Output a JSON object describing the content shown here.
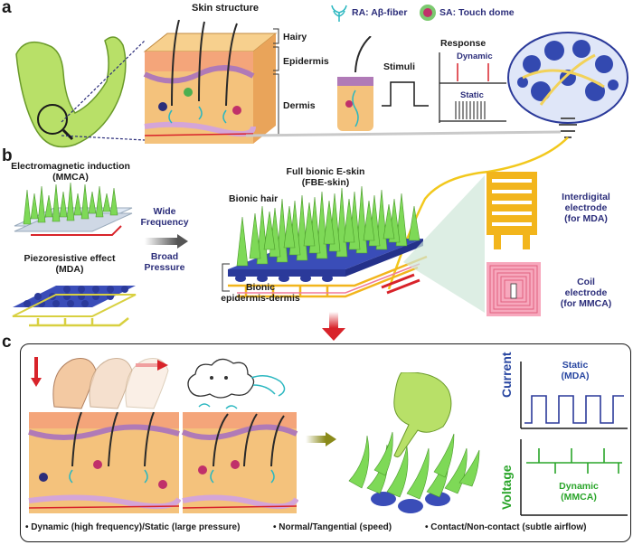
{
  "panels": {
    "a": {
      "letter": "a",
      "skin_structure": "Skin structure",
      "hairy": "Hairy",
      "epidermis": "Epidermis",
      "dermis": "Dermis",
      "ra_label": "RA: Aβ-fiber",
      "sa_label": "SA: Touch dome",
      "stimuli": "Stimuli",
      "response": "Response",
      "dynamic": "Dynamic",
      "static": "Static"
    },
    "b": {
      "letter": "b",
      "em_induction_1": "Electromagnetic induction",
      "em_induction_2": "(MMCA)",
      "piezo_1": "Piezoresistive effect",
      "piezo_2": "(MDA)",
      "wide_frequency_1": "Wide",
      "wide_frequency_2": "Frequency",
      "broad_pressure_1": "Broad",
      "broad_pressure_2": "Pressure",
      "fbe_1": "Full bionic E-skin",
      "fbe_2": "(FBE-skin)",
      "bionic_hair": "Bionic hair",
      "bionic_ed_1": "Bionic",
      "bionic_ed_2": "epidermis-dermis",
      "interdigital_1": "Interdigital",
      "interdigital_2": "electrode",
      "interdigital_3": "(for MDA)",
      "coil_1": "Coil",
      "coil_2": "electrode",
      "coil_3": "(for MMCA)"
    },
    "c": {
      "letter": "c",
      "current": "Current",
      "voltage": "Voltage",
      "static_1": "Static",
      "static_2": "(MDA)",
      "dynamic_1": "Dynamic",
      "dynamic_2": "(MMCA)",
      "caption_1": "• Dynamic (high frequency)/Static (large pressure)",
      "caption_2": "• Normal/Tangential (speed)",
      "caption_3": "• Contact/Non-contact (subtle airflow)"
    }
  },
  "colors": {
    "navy": "#2b2d7a",
    "spike_green": "#7ed957",
    "dome_blue": "#3a4db8",
    "electrode_gold": "#f2b51c",
    "coil_pink": "#f07a9a",
    "skin_orange": "#f4c27c",
    "arm_green": "#b8e068"
  }
}
